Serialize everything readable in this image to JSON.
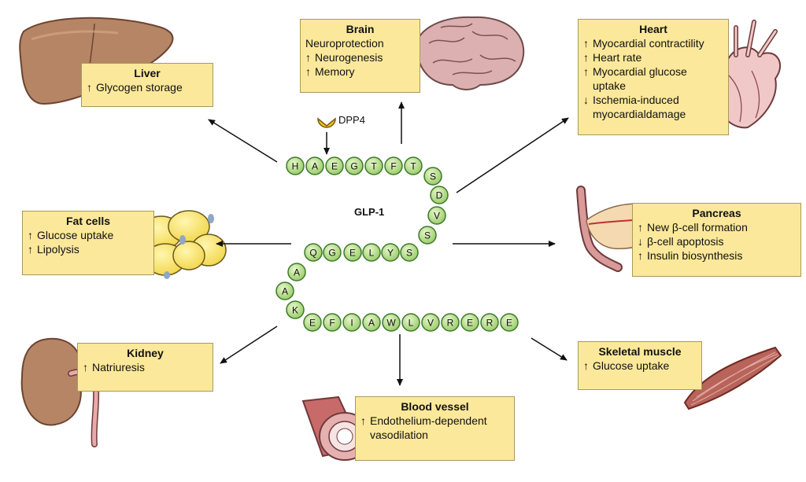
{
  "peptide": {
    "label": "GLP-1",
    "enzyme": "DPP4",
    "row1": [
      "H",
      "A",
      "E",
      "G",
      "T",
      "F",
      "T"
    ],
    "curve1": [
      "S",
      "D",
      "V",
      "S"
    ],
    "row2": [
      "S",
      "Y",
      "L",
      "E",
      "G",
      "Q"
    ],
    "curve2": [
      "A",
      "A",
      "K"
    ],
    "row3": [
      "E",
      "F",
      "I",
      "A",
      "W",
      "L",
      "V",
      "R",
      "E",
      "R",
      "E"
    ]
  },
  "targets": {
    "liver": {
      "title": "Liver",
      "effects": [
        {
          "dir": "up",
          "text": "Glycogen storage"
        }
      ]
    },
    "brain": {
      "title": "Brain",
      "effects": [
        {
          "dir": "none",
          "text": "Neuroprotection"
        },
        {
          "dir": "up",
          "text": "Neurogenesis"
        },
        {
          "dir": "up",
          "text": "Memory"
        }
      ]
    },
    "heart": {
      "title": "Heart",
      "effects": [
        {
          "dir": "up",
          "text": "Myocardial contractility"
        },
        {
          "dir": "up",
          "text": "Heart rate"
        },
        {
          "dir": "up",
          "text": "Myocardial glucose"
        },
        {
          "dir": "cont",
          "text": "uptake"
        },
        {
          "dir": "down",
          "text": "Ischemia-induced"
        },
        {
          "dir": "cont",
          "text": "myocardialdamage"
        }
      ]
    },
    "fat": {
      "title": "Fat cells",
      "effects": [
        {
          "dir": "up",
          "text": "Glucose uptake"
        },
        {
          "dir": "up",
          "text": "Lipolysis"
        }
      ]
    },
    "pancreas": {
      "title": "Pancreas",
      "effects": [
        {
          "dir": "up",
          "text": "New β-cell formation"
        },
        {
          "dir": "down",
          "text": "β-cell apoptosis"
        },
        {
          "dir": "up",
          "text": "Insulin biosynthesis"
        }
      ]
    },
    "kidney": {
      "title": "Kidney",
      "effects": [
        {
          "dir": "up",
          "text": "Natriuresis"
        }
      ]
    },
    "blood": {
      "title": "Blood vessel",
      "effects": [
        {
          "dir": "up",
          "text": "Endothelium-dependent"
        },
        {
          "dir": "cont",
          "text": "vasodilation"
        }
      ]
    },
    "muscle": {
      "title": "Skeletal muscle",
      "effects": [
        {
          "dir": "up",
          "text": "Glucose uptake"
        }
      ]
    }
  },
  "colors": {
    "box_fill": "#fbe89a",
    "bead_fill": "#b7dc8a",
    "bead_stroke": "#3c7a2a",
    "arrow": "#111111"
  }
}
